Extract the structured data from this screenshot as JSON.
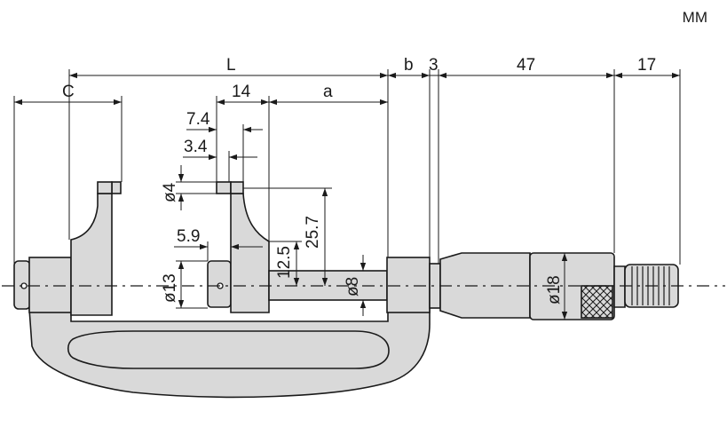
{
  "unit": "MM",
  "dims": {
    "L": "L",
    "b": "b",
    "three": "3",
    "fortyseven": "47",
    "seventeen": "17",
    "C": "C",
    "fourteen": "14",
    "a": "a",
    "seven_four": "7.4",
    "three_four": "3.4",
    "dia4": "ø4",
    "five_nine": "5.9",
    "twentyfive_seven": "25.7",
    "twelve_five": "12.5",
    "dia13": "ø13",
    "dia8": "ø8",
    "dia18": "ø18"
  },
  "colors": {
    "body": "#d9d9d9",
    "line": "#1a1a1a"
  }
}
